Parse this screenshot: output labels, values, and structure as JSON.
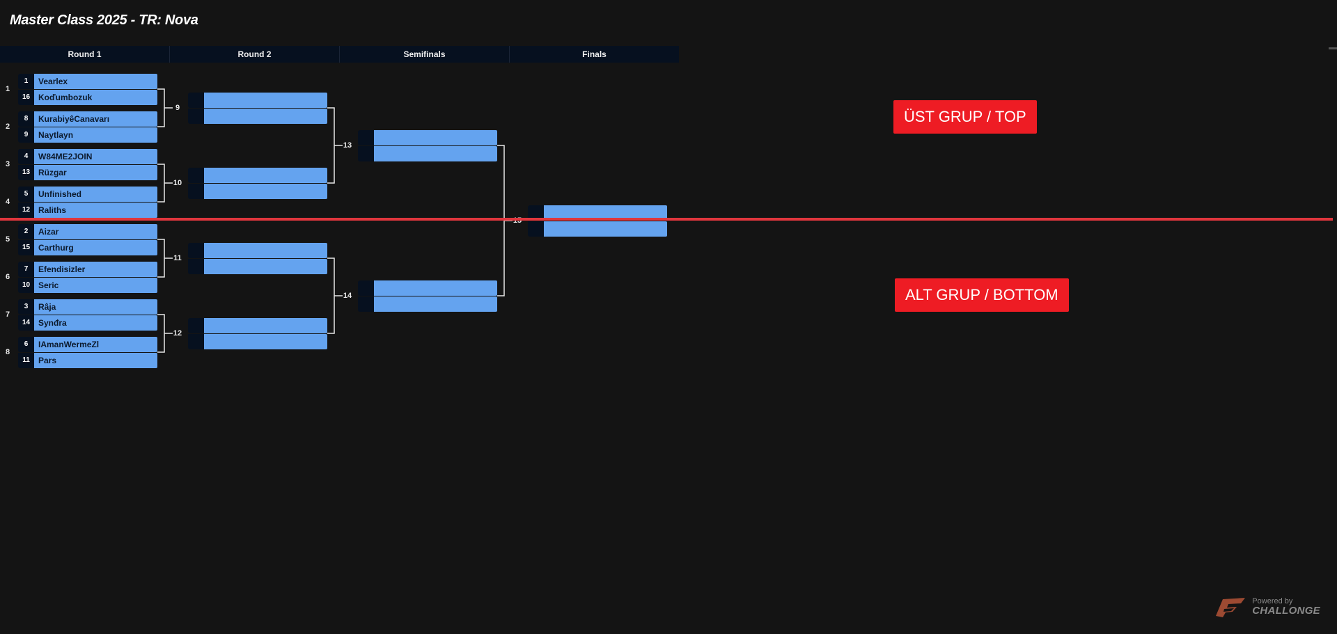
{
  "title": "Master Class 2025 - TR: Nova",
  "rounds": [
    "Round 1",
    "Round 2",
    "Semifinals",
    "Finals"
  ],
  "round1": [
    {
      "no": "1",
      "p1": {
        "seed": "1",
        "name": "Vearlex"
      },
      "p2": {
        "seed": "16",
        "name": "Koďumbozuk"
      }
    },
    {
      "no": "2",
      "p1": {
        "seed": "8",
        "name": "KurabiyêCanavarı"
      },
      "p2": {
        "seed": "9",
        "name": "Naytlayn"
      }
    },
    {
      "no": "3",
      "p1": {
        "seed": "4",
        "name": "W84ME2JOIN"
      },
      "p2": {
        "seed": "13",
        "name": "Rüzgar"
      }
    },
    {
      "no": "4",
      "p1": {
        "seed": "5",
        "name": "Unfinished"
      },
      "p2": {
        "seed": "12",
        "name": "Raliths"
      }
    },
    {
      "no": "5",
      "p1": {
        "seed": "2",
        "name": "Aizar"
      },
      "p2": {
        "seed": "15",
        "name": "Carthurg"
      }
    },
    {
      "no": "6",
      "p1": {
        "seed": "7",
        "name": "Efendisizler"
      },
      "p2": {
        "seed": "10",
        "name": "Seric"
      }
    },
    {
      "no": "7",
      "p1": {
        "seed": "3",
        "name": "Râja"
      },
      "p2": {
        "seed": "14",
        "name": "Synđra"
      }
    },
    {
      "no": "8",
      "p1": {
        "seed": "6",
        "name": "IAmanWermeZl"
      },
      "p2": {
        "seed": "11",
        "name": "Pars"
      }
    }
  ],
  "round2": [
    {
      "no": "9"
    },
    {
      "no": "10"
    },
    {
      "no": "11"
    },
    {
      "no": "12"
    }
  ],
  "semis": [
    {
      "no": "13"
    },
    {
      "no": "14"
    }
  ],
  "final": {
    "no": "15"
  },
  "labels": {
    "top": "ÜST GRUP / TOP",
    "bottom": "ALT GRUP / BOTTOM"
  },
  "footer": {
    "powered_by": "Powered by",
    "brand": "CHALLONGE",
    "logo_icon": "challonge-logo-icon"
  },
  "colors": {
    "background": "#141414",
    "slot": "#64a3ef",
    "seed_bg": "#06101f",
    "divider": "#e0363d",
    "label_bg": "#ee1c24"
  }
}
